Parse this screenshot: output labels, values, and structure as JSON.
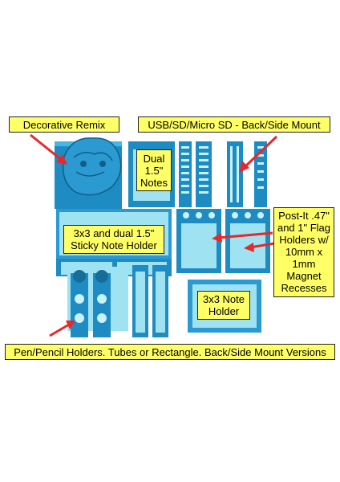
{
  "labels": {
    "decorative": "Decorative Remix",
    "usb": "USB/SD/Micro SD - Back/Side Mount",
    "dual": "Dual 1.5\" Notes",
    "sticky": "3x3 and dual 1.5\" Sticky Note Holder",
    "postit": "Post-It .47\" and 1\" Flag Holders w/ 10mm x 1mm Magnet Recesses",
    "note33": "3x3 Note Holder",
    "pens": "Pen/Pencil Holders. Tubes or Rectangle. Back/Side Mount Versions"
  },
  "colors": {
    "label_fill": "#ffff66",
    "arrow": "#e8282b",
    "part_dark": "#1f8fc4",
    "part_light": "#9fe3f2"
  }
}
